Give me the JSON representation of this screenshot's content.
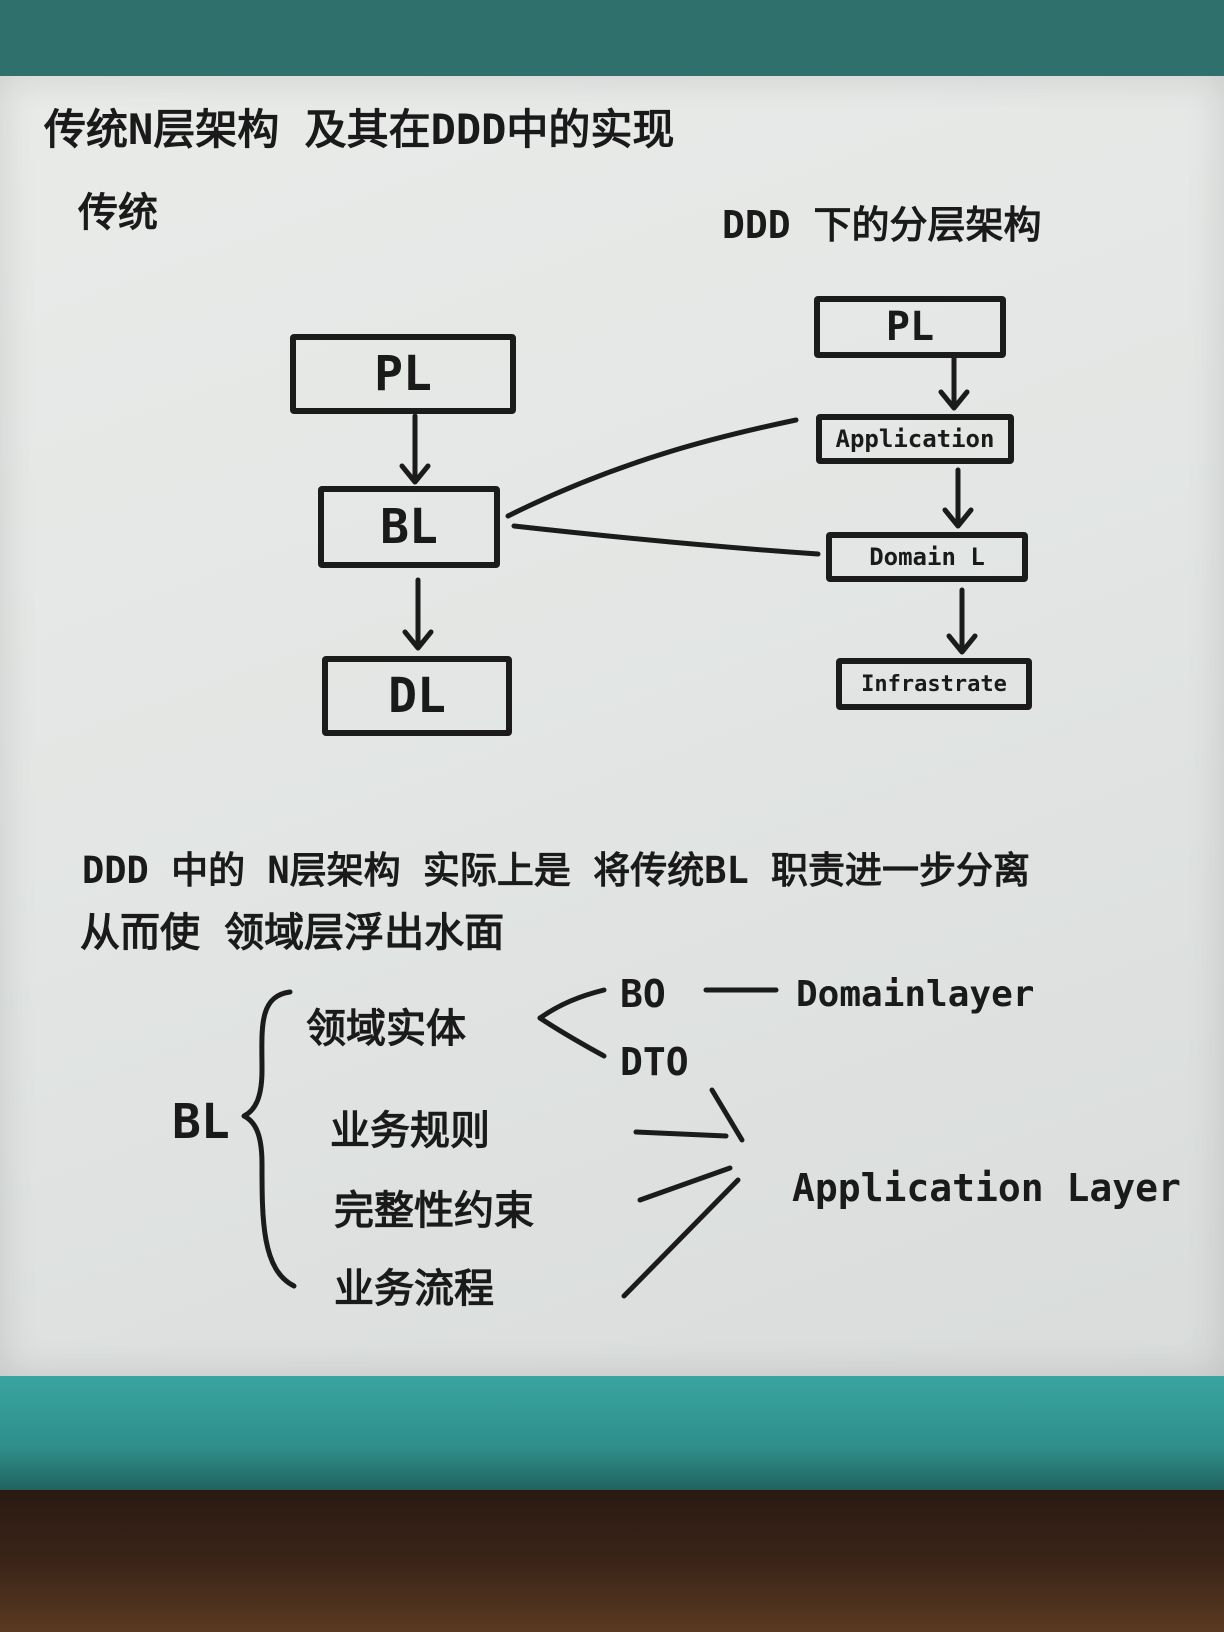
{
  "title": "传统N层架构 及其在DDD中的实现",
  "left_heading": "传统",
  "right_heading": "DDD 下的分层架构",
  "traditional_layers": [
    "PL",
    "BL",
    "DL"
  ],
  "ddd_layers": [
    "PL",
    "Application",
    "Domain L",
    "Infrastrate"
  ],
  "note_line1": "DDD 中的 N层架构 实际上是 将传统BL 职责进一步分离",
  "note_line2": "从而使 领域层浮出水面",
  "bl_label": "BL",
  "bl_items": [
    "领域实体",
    "业务规则",
    "完整性约束",
    "业务流程"
  ],
  "bo_label": "BO",
  "dto_label": "DTO",
  "domain_layer_label": "Domainlayer",
  "application_layer_label": "Application Layer",
  "colors": {
    "ink": "#1a1a1a",
    "board": "#e6e8e6",
    "frame": "#2f8f8b"
  }
}
